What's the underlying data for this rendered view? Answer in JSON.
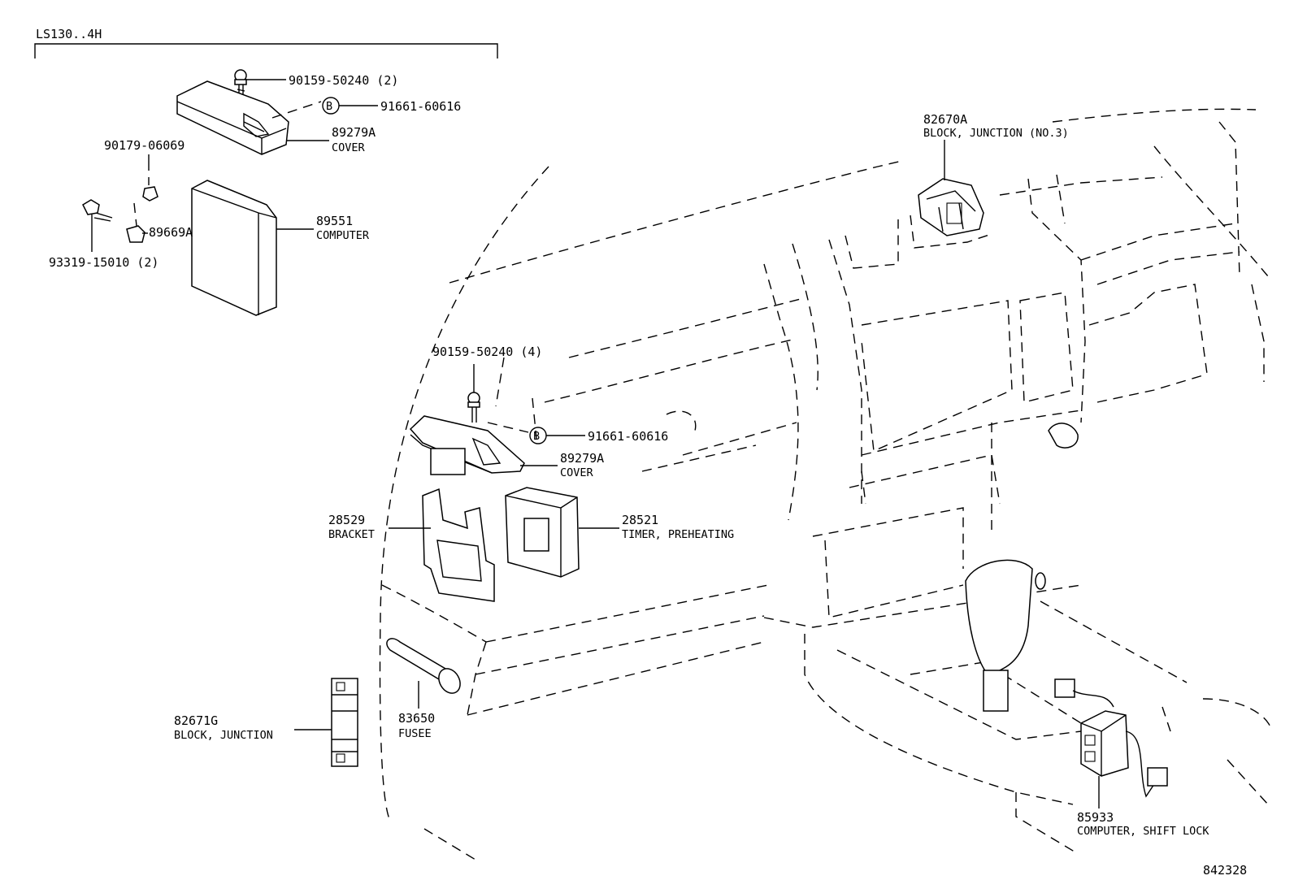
{
  "header": {
    "model_code": "LS130..4H"
  },
  "footer": {
    "diagram_number": "842328"
  },
  "parts": [
    {
      "id": "p01",
      "number": "90159-50240 (2)",
      "name": ""
    },
    {
      "id": "p02",
      "number": "91661-60616",
      "name": "",
      "marker": "B"
    },
    {
      "id": "p03",
      "number": "89279A",
      "name": "COVER"
    },
    {
      "id": "p04",
      "number": "90179-06069",
      "name": ""
    },
    {
      "id": "p05",
      "number": "89669A",
      "name": ""
    },
    {
      "id": "p06",
      "number": "89551",
      "name": "COMPUTER"
    },
    {
      "id": "p07",
      "number": "93319-15010 (2)",
      "name": ""
    },
    {
      "id": "p08",
      "number": "82670A",
      "name": "BLOCK, JUNCTION (NO.3)"
    },
    {
      "id": "p09",
      "number": "90159-50240 (4)",
      "name": ""
    },
    {
      "id": "p10",
      "number": "91661-60616",
      "name": "",
      "marker": "B"
    },
    {
      "id": "p11",
      "number": "89279A",
      "name": "COVER"
    },
    {
      "id": "p12",
      "number": "28529",
      "name": "BRACKET"
    },
    {
      "id": "p13",
      "number": "28521",
      "name": "TIMER, PREHEATING"
    },
    {
      "id": "p14",
      "number": "82671G",
      "name": "BLOCK, JUNCTION"
    },
    {
      "id": "p15",
      "number": "83650",
      "name": "FUSEE"
    },
    {
      "id": "p16",
      "number": "85933",
      "name": "COMPUTER, SHIFT LOCK"
    }
  ]
}
